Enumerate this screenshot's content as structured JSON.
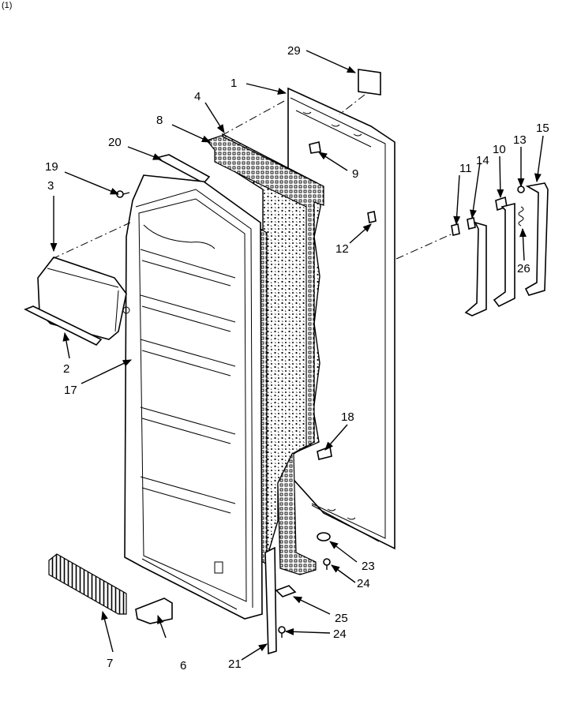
{
  "corner_mark": "(1)",
  "callouts": {
    "c1": "1",
    "c2": "2",
    "c3": "3",
    "c4": "4",
    "c6": "6",
    "c7": "7",
    "c8": "8",
    "c9": "9",
    "c10": "10",
    "c11": "11",
    "c12": "12",
    "c13": "13",
    "c14": "14",
    "c15": "15",
    "c17": "17",
    "c18": "18",
    "c19": "19",
    "c20": "20",
    "c21": "21",
    "c23": "23",
    "c24a": "24",
    "c24b": "24",
    "c25": "25",
    "c26": "26",
    "c29": "29"
  }
}
